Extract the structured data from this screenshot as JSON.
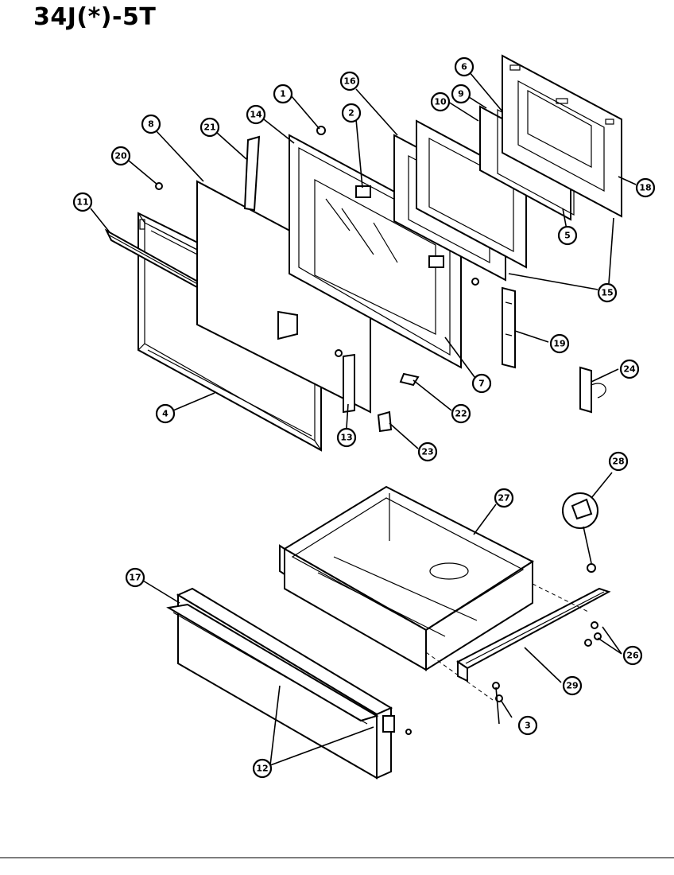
{
  "title": "34J(*)-5T",
  "callouts": [
    {
      "label": "1"
    },
    {
      "label": "2"
    },
    {
      "label": "3"
    },
    {
      "label": "4"
    },
    {
      "label": "5"
    },
    {
      "label": "6"
    },
    {
      "label": "7"
    },
    {
      "label": "8"
    },
    {
      "label": "9"
    },
    {
      "label": "10"
    },
    {
      "label": "11"
    },
    {
      "label": "12"
    },
    {
      "label": "13"
    },
    {
      "label": "14"
    },
    {
      "label": "15"
    },
    {
      "label": "16"
    },
    {
      "label": "17"
    },
    {
      "label": "18"
    },
    {
      "label": "19"
    },
    {
      "label": "20"
    },
    {
      "label": "21"
    },
    {
      "label": "22"
    },
    {
      "label": "23"
    },
    {
      "label": "24"
    },
    {
      "label": "26"
    },
    {
      "label": "27"
    },
    {
      "label": "28"
    },
    {
      "label": "29"
    }
  ]
}
